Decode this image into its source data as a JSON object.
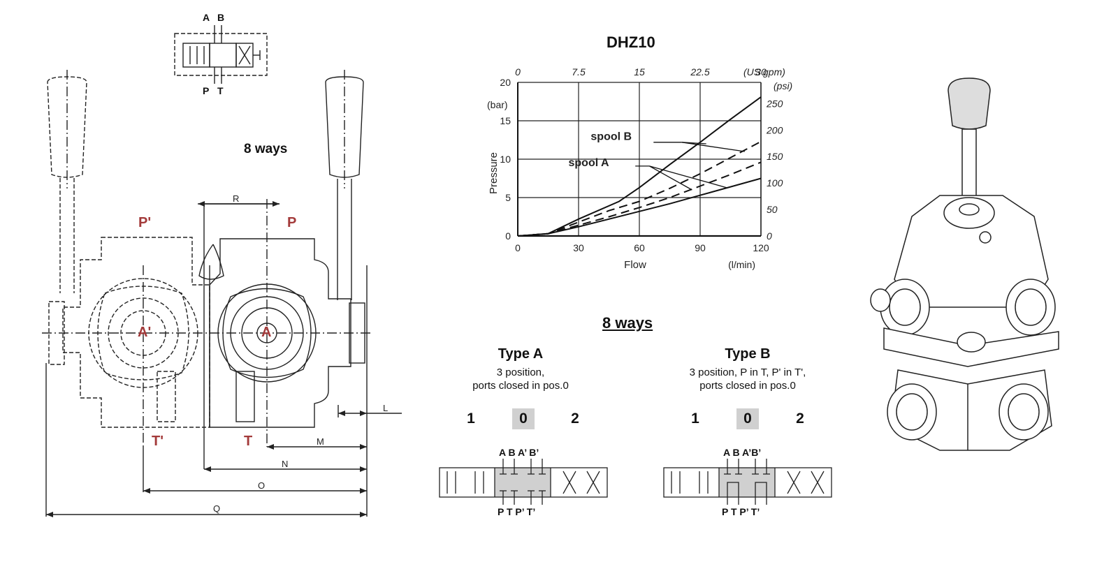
{
  "left_drawing": {
    "ways_label": "8 ways",
    "symbol_top": [
      "A",
      "B"
    ],
    "symbol_bottom": [
      "P",
      "T"
    ],
    "ports": {
      "p_prime": "P'",
      "p": "P",
      "a_prime": "A'",
      "a": "A",
      "t_prime": "T'",
      "t": "T"
    },
    "dims": {
      "R": "R",
      "L": "L",
      "M": "M",
      "N": "N",
      "O": "O",
      "Q": "Q"
    }
  },
  "chart_data": {
    "type": "line",
    "title": "DHZ10",
    "xlabel": "Flow",
    "xunit": "(l/min)",
    "ylabel": "Pressure",
    "yunit": "(bar)",
    "xlim": [
      0,
      120
    ],
    "ylim": [
      0,
      20
    ],
    "x_ticks": [
      "0",
      "30",
      "60",
      "90",
      "120"
    ],
    "y_ticks": [
      "0",
      "5",
      "10",
      "15",
      "20"
    ],
    "x2_ticks": [
      "0",
      "7.5",
      "15",
      "22.5",
      "30"
    ],
    "x2_unit": "(US gpm)",
    "y2_ticks": [
      "0",
      "50",
      "100",
      "150",
      "200",
      "250"
    ],
    "y2_unit": "(psi)",
    "grid": true,
    "annotations": [
      "spool B",
      "spool A"
    ],
    "series": [
      {
        "style": "solid",
        "x": [
          0,
          15,
          30,
          50,
          60,
          75,
          90,
          105,
          120
        ],
        "y": [
          0,
          0.3,
          2.2,
          4.5,
          6.3,
          9.3,
          12.2,
          15.2,
          18.1
        ]
      },
      {
        "style": "dashed",
        "x": [
          0,
          15,
          30,
          45,
          60,
          75,
          90,
          105,
          120
        ],
        "y": [
          0,
          0.3,
          1.8,
          3.3,
          4.5,
          6.2,
          8.1,
          10.2,
          12.3
        ]
      },
      {
        "style": "dashed",
        "x": [
          0,
          15,
          30,
          45,
          60,
          75,
          90,
          105,
          120
        ],
        "y": [
          0,
          0.3,
          1.4,
          2.5,
          3.7,
          5.0,
          6.5,
          8.0,
          9.6
        ]
      },
      {
        "style": "solid",
        "x": [
          0,
          15,
          30,
          45,
          60,
          75,
          90,
          105,
          120
        ],
        "y": [
          0,
          0.3,
          1.2,
          2.2,
          3.2,
          4.2,
          5.3,
          6.4,
          7.5
        ]
      }
    ]
  },
  "types_section": {
    "heading": "8 ways",
    "type_a": {
      "title": "Type A",
      "desc_line1": "3 position,",
      "desc_line2": "ports closed in pos.0",
      "positions": [
        "1",
        "0",
        "2"
      ],
      "top_ports": "A B  A’ B’",
      "bottom_ports": "P  T  P’  T’"
    },
    "type_b": {
      "title": "Type B",
      "desc_line1": "3 position, P in T, P' in T',",
      "desc_line2": "ports closed in pos.0",
      "positions": [
        "1",
        "0",
        "2"
      ],
      "top_ports": "A B  A’B’",
      "bottom_ports": "P  T  P’  T’"
    }
  },
  "colors": {
    "port_label": "#a33a3a",
    "neutral_box": "#d0d0d0"
  }
}
